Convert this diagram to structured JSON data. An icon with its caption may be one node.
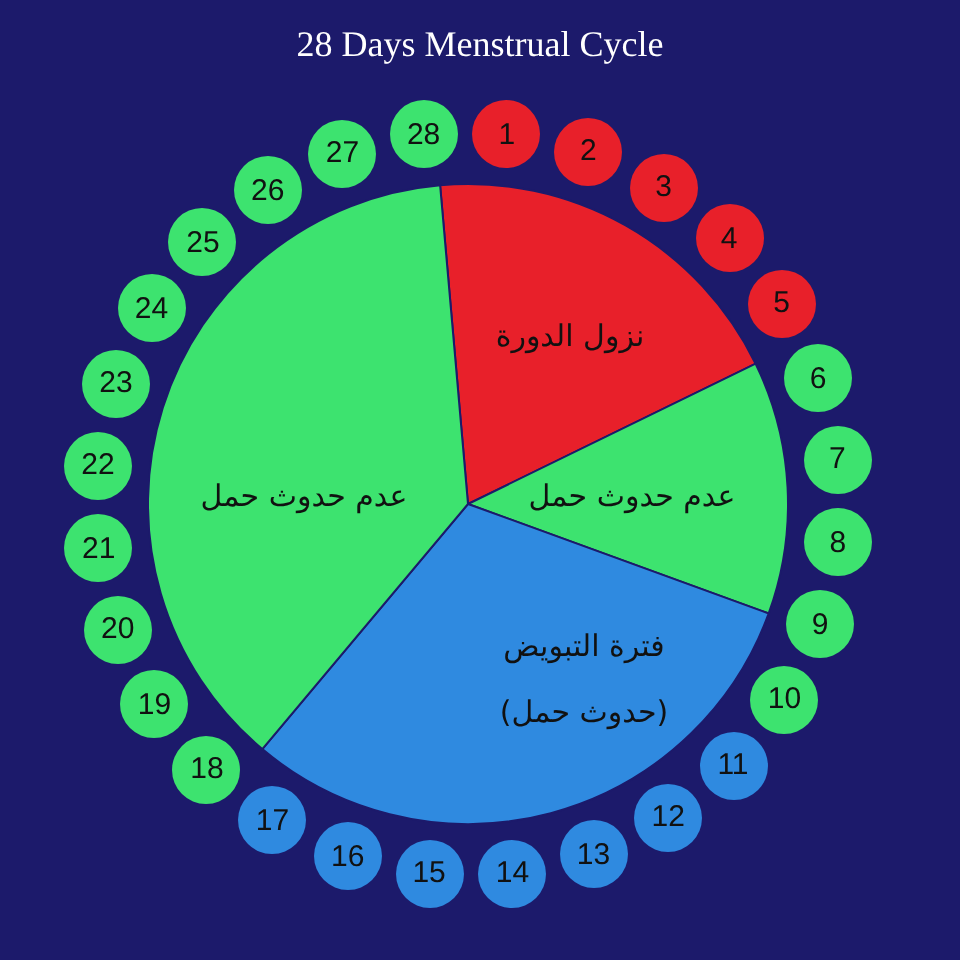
{
  "diagram": {
    "title": "28 Days Menstrual Cycle",
    "nodes": [
      {
        "text": [
          "نزول الدورة"
        ]
      },
      {
        "text": [
          "عدم حدوث حمل"
        ]
      },
      {
        "text": [
          "فترة التبويض",
          "(حدوث حمل)"
        ]
      },
      {
        "text": [
          "عدم حدوث حمل"
        ]
      },
      {
        "text": [
          "1"
        ]
      },
      {
        "text": [
          "2"
        ]
      },
      {
        "text": [
          "3"
        ]
      },
      {
        "text": [
          "4"
        ]
      },
      {
        "text": [
          "5"
        ]
      },
      {
        "text": [
          "6"
        ]
      },
      {
        "text": [
          "7"
        ]
      },
      {
        "text": [
          "8"
        ]
      },
      {
        "text": [
          "9"
        ]
      },
      {
        "text": [
          "10"
        ]
      },
      {
        "text": [
          "11"
        ]
      },
      {
        "text": [
          "12"
        ]
      },
      {
        "text": [
          "13"
        ]
      },
      {
        "text": [
          "14"
        ]
      },
      {
        "text": [
          "15"
        ]
      },
      {
        "text": [
          "16"
        ]
      },
      {
        "text": [
          "17"
        ]
      },
      {
        "text": [
          "18"
        ]
      },
      {
        "text": [
          "19"
        ]
      },
      {
        "text": [
          "20"
        ]
      },
      {
        "text": [
          "21"
        ]
      },
      {
        "text": [
          "22"
        ]
      },
      {
        "text": [
          "23"
        ]
      },
      {
        "text": [
          "24"
        ]
      },
      {
        "text": [
          "25"
        ]
      },
      {
        "text": [
          "26"
        ]
      },
      {
        "text": [
          "27"
        ]
      },
      {
        "text": [
          "28"
        ]
      }
    ]
  }
}
